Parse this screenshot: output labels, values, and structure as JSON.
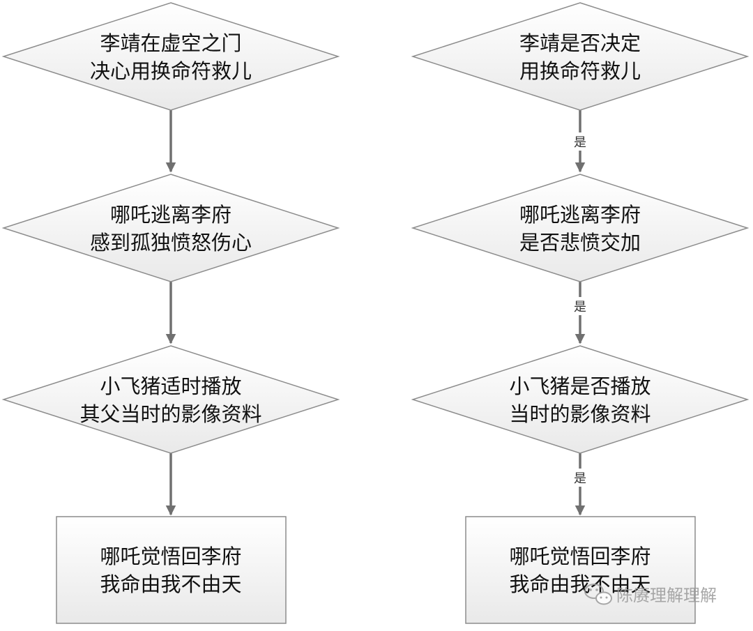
{
  "left_flow": {
    "nodes": [
      {
        "id": "L1",
        "shape": "diamond",
        "lines": [
          "李靖在虚空之门",
          "决心用换命符救儿"
        ]
      },
      {
        "id": "L2",
        "shape": "diamond",
        "lines": [
          "哪吒逃离李府",
          "感到孤独愤怒伤心"
        ]
      },
      {
        "id": "L3",
        "shape": "diamond",
        "lines": [
          "小飞猪适时播放",
          "其父当时的影像资料"
        ]
      },
      {
        "id": "L4",
        "shape": "rectangle",
        "lines": [
          "哪吒觉悟回李府",
          "我命由我不由天"
        ]
      }
    ],
    "edges": [
      {
        "from": "L1",
        "to": "L2",
        "label": ""
      },
      {
        "from": "L2",
        "to": "L3",
        "label": ""
      },
      {
        "from": "L3",
        "to": "L4",
        "label": ""
      }
    ]
  },
  "right_flow": {
    "nodes": [
      {
        "id": "R1",
        "shape": "diamond",
        "lines": [
          "李靖是否决定",
          "用换命符救儿"
        ]
      },
      {
        "id": "R2",
        "shape": "diamond",
        "lines": [
          "哪吒逃离李府",
          "是否悲愤交加"
        ]
      },
      {
        "id": "R3",
        "shape": "diamond",
        "lines": [
          "小飞猪是否播放",
          "当时的影像资料"
        ]
      },
      {
        "id": "R4",
        "shape": "rectangle",
        "lines": [
          "哪吒觉悟回李府",
          "我命由我不由天"
        ]
      }
    ],
    "edges": [
      {
        "from": "R1",
        "to": "R2",
        "label": "是"
      },
      {
        "from": "R2",
        "to": "R3",
        "label": "是"
      },
      {
        "from": "R3",
        "to": "R4",
        "label": "是"
      }
    ]
  },
  "watermark": {
    "text": "陈赓理解理解",
    "icon": "wechat-icon"
  },
  "colors": {
    "shape_fill_top": "#ffffff",
    "shape_fill_bottom": "#e9e9e9",
    "shape_stroke": "#8c8c8c",
    "edge": "#707070"
  }
}
